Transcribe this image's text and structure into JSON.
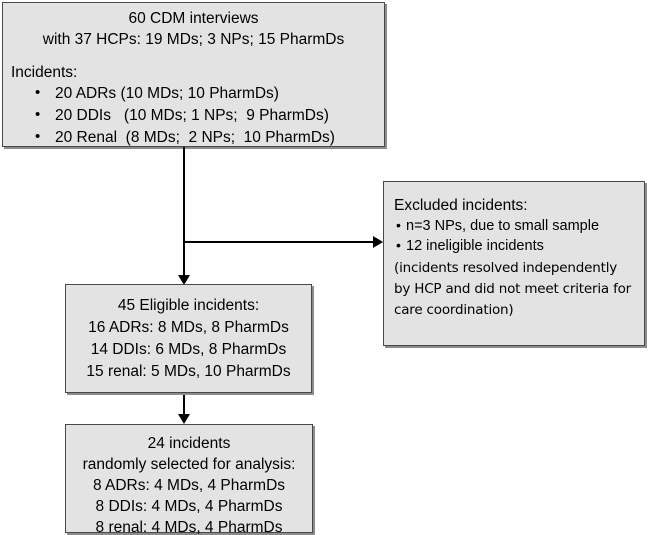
{
  "diagram": {
    "title": "CDM interviews incident selection flowchart",
    "box_fill": "#e3e3e3",
    "box_border": "#4a4a4a",
    "connector_color": "#000000"
  },
  "interviews_box": {
    "header": "60 CDM interviews",
    "subheader": "with 37 HCPs: 19 MDs; 3 NPs; 15 PharmDs",
    "incidents_label": "Incidents:",
    "bullets": [
      "20 ADRs (10 MDs; 10 PharmDs)",
      "20 DDIs   (10 MDs; 1 NPs;  9 PharmDs)",
      "20 Renal  (8 MDs;  2 NPs;  10 PharmDs)"
    ]
  },
  "excluded_box": {
    "title": "Excluded incidents:",
    "bullets": [
      "n=3 NPs, due to small sample",
      "12 ineligible incidents"
    ],
    "parenthetical": [
      "(incidents resolved independently",
      "by HCP and did not meet criteria for",
      "care coordination)"
    ]
  },
  "eligible_box": {
    "lines": [
      "45 Eligible incidents:",
      "16 ADRs: 8 MDs, 8 PharmDs",
      "14 DDIs: 6 MDs, 8 PharmDs",
      "15 renal: 5 MDs, 10 PharmDs"
    ]
  },
  "selected_box": {
    "lines": [
      "24 incidents",
      "randomly selected for analysis:",
      "8 ADRs: 4 MDs, 4 PharmDs",
      "8 DDIs: 4 MDs, 4 PharmDs",
      "8 renal: 4 MDs, 4 PharmDs"
    ]
  },
  "connectors": {
    "main_vertical": "vertical-connector-from-interviews",
    "to_excluded": "horizontal-connector-to-excluded",
    "to_selected": "vertical-connector-to-selected"
  }
}
